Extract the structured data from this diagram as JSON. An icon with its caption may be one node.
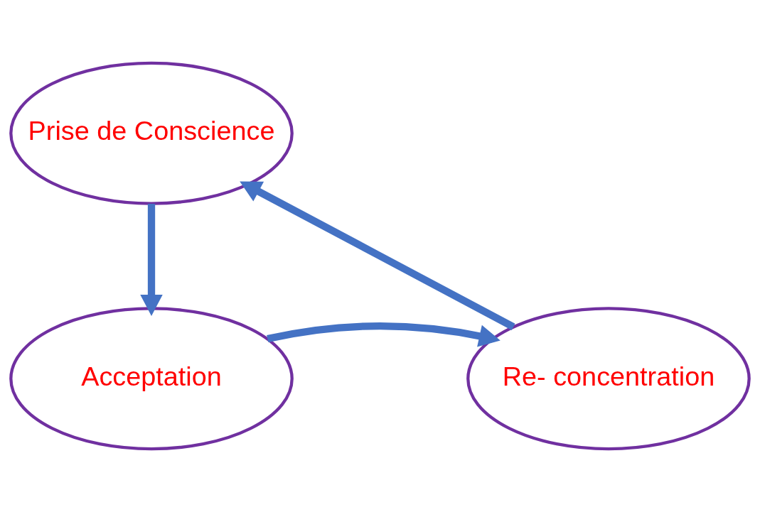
{
  "diagram": {
    "nodes": [
      {
        "text": [
          "Prise de Conscience"
        ]
      },
      {
        "text": [
          "Acceptation"
        ]
      },
      {
        "text": [
          "Re- concentration"
        ]
      }
    ],
    "edges": [
      {
        "from": 0,
        "to": 1,
        "arrow": "to"
      },
      {
        "from": 1,
        "to": 2,
        "arrow": "to"
      },
      {
        "from": 2,
        "to": 0,
        "arrow": "to"
      }
    ]
  }
}
